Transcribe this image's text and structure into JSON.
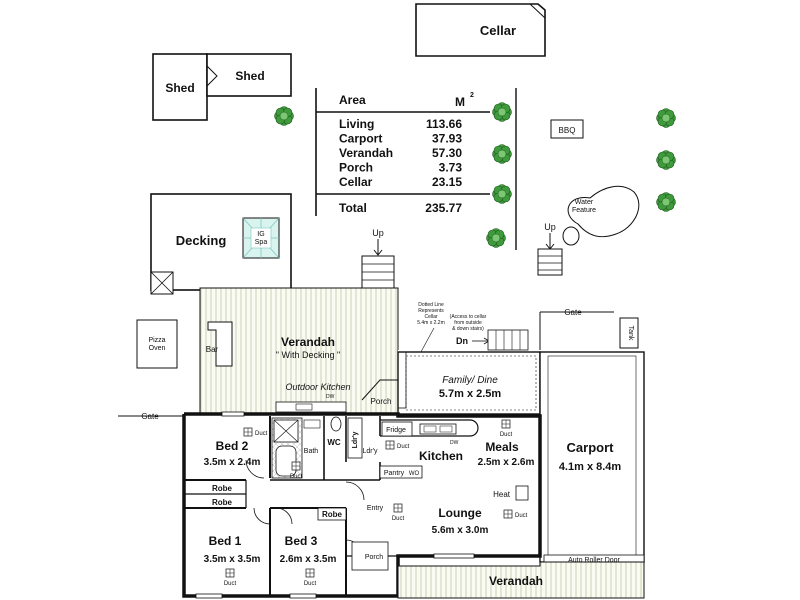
{
  "areas": {
    "heading": "Area",
    "unit": "M",
    "unit_power": "2",
    "rows": [
      {
        "label": "Living",
        "value": "113.66"
      },
      {
        "label": "Carport",
        "value": "37.93"
      },
      {
        "label": "Verandah",
        "value": "57.30"
      },
      {
        "label": "Porch",
        "value": "3.73"
      },
      {
        "label": "Cellar",
        "value": "23.15"
      }
    ],
    "total_label": "Total",
    "total_value": "235.77"
  },
  "outbuildings": {
    "cellar": "Cellar",
    "shed_left": "Shed",
    "shed_right": "Shed",
    "bbq": "BBQ",
    "water_feature": "Water\nFeature",
    "decking": "Decking",
    "spa": "IG\nSpa",
    "pizza_oven": "Pizza\nOven",
    "tank": "Tank"
  },
  "rooms": {
    "verandah_rear": "Verandah",
    "verandah_rear_sub": "\" With Decking \"",
    "bar": "Bar",
    "outdoor_kitchen": "Outdoor Kitchen",
    "dw": "DW",
    "porch_rear": "Porch",
    "family_dine": "Family/ Dine",
    "family_dine_size": "5.7m x 2.5m",
    "cellar_note": "Dotted Line\nRepresents\nCellar\n5.4m x 2.2m",
    "cellar_access": "(Access to cellar\nfrom outside\n& down stairs)",
    "dn": "Dn",
    "up_left": "Up",
    "up_right": "Up",
    "gate_left": "Gate",
    "gate_right": "Gate",
    "bed2": "Bed 2",
    "bed2_size": "3.5m x 2.4m",
    "bath": "Bath",
    "wc": "WC",
    "ldry": "Ldr'y",
    "ldry2": "Ldr'y",
    "fridge": "Fridge",
    "kitchen_dw": "DW",
    "kitchen": "Kitchen",
    "pantry": "Pantry",
    "wo": "WO",
    "meals": "Meals",
    "meals_size": "2.5m x 2.6m",
    "carport": "Carport",
    "carport_size": "4.1m x 8.4m",
    "robe1": "Robe",
    "robe2": "Robe",
    "robe3": "Robe",
    "entry": "Entry",
    "heat": "Heat",
    "lounge": "Lounge",
    "lounge_size": "5.6m x 3.0m",
    "bed1": "Bed 1",
    "bed1_size": "3.5m x 3.5m",
    "bed3": "Bed 3",
    "bed3_size": "2.6m x 3.5m",
    "porch_front": "Porch",
    "auto_roller_door": "Auto Roller Door",
    "verandah_front": "Verandah",
    "duct": "Duct"
  }
}
